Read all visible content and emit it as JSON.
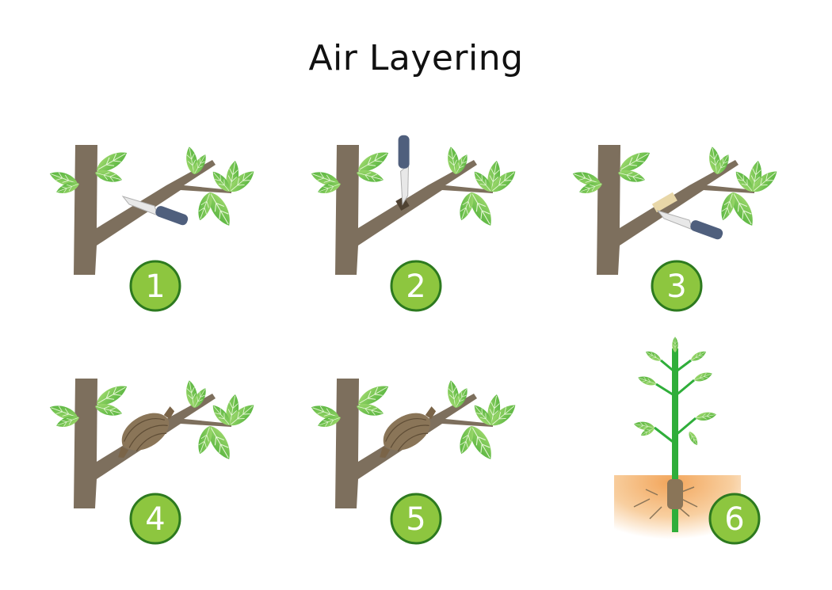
{
  "title": "Air Layering",
  "steps": [
    {
      "number": "1",
      "tool": "knife-cut-ring"
    },
    {
      "number": "2",
      "tool": "knife-peel-bark"
    },
    {
      "number": "3",
      "tool": "knife-scrape"
    },
    {
      "number": "4",
      "tool": "moss-wrap"
    },
    {
      "number": "5",
      "tool": "moss-wrap"
    },
    {
      "number": "6",
      "tool": "planted-sapling"
    }
  ],
  "colors": {
    "bark": "#7d6f5d",
    "leaf": "#6cc24a",
    "leaf_light": "#a6dd72",
    "badge_fill": "#8dc63f",
    "badge_ring": "#2d7a1f",
    "knife_handle": "#4f5f7d",
    "soil": "#f4b070",
    "stem": "#2fae3a"
  }
}
